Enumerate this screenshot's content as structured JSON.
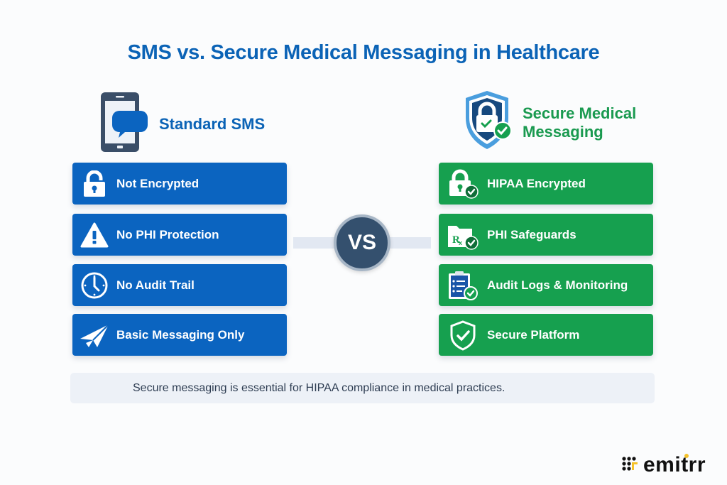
{
  "title": "SMS vs. Secure Medical Messaging in Healthcare",
  "colors": {
    "title_blue": "#0b63b6",
    "sms_blue": "#0b64c0",
    "secure_green": "#16a04f",
    "green_text": "#1a9a50",
    "vs_circle": "#34506e",
    "footer_bg": "#edf1f7",
    "brand_yellow": "#f5c22b"
  },
  "left_column": {
    "title": "Standard SMS",
    "header_icon": "phone-chat-icon",
    "items": [
      {
        "label": "Not Encrypted",
        "icon": "unlocked-padlock-icon"
      },
      {
        "label": "No PHI Protection",
        "icon": "warning-icon"
      },
      {
        "label": "No Audit Trail",
        "icon": "clock-icon"
      },
      {
        "label": "Basic Messaging Only",
        "icon": "paper-plane-icon"
      }
    ]
  },
  "right_column": {
    "title_line1": "Secure Medical",
    "title_line2": "Messaging",
    "header_icon": "shield-lock-check-icon",
    "items": [
      {
        "label": "HIPAA Encrypted",
        "icon": "padlock-check-icon"
      },
      {
        "label": "PHI Safeguards",
        "icon": "rx-folder-check-icon"
      },
      {
        "label": "Audit Logs & Monitoring",
        "icon": "clipboard-check-icon"
      },
      {
        "label": "Secure Platform",
        "icon": "shield-check-icon"
      }
    ]
  },
  "vs_label": "VS",
  "footer_note": "Secure messaging is essential for HIPAA compliance in medical practices.",
  "brand": {
    "name": "emitrr"
  }
}
